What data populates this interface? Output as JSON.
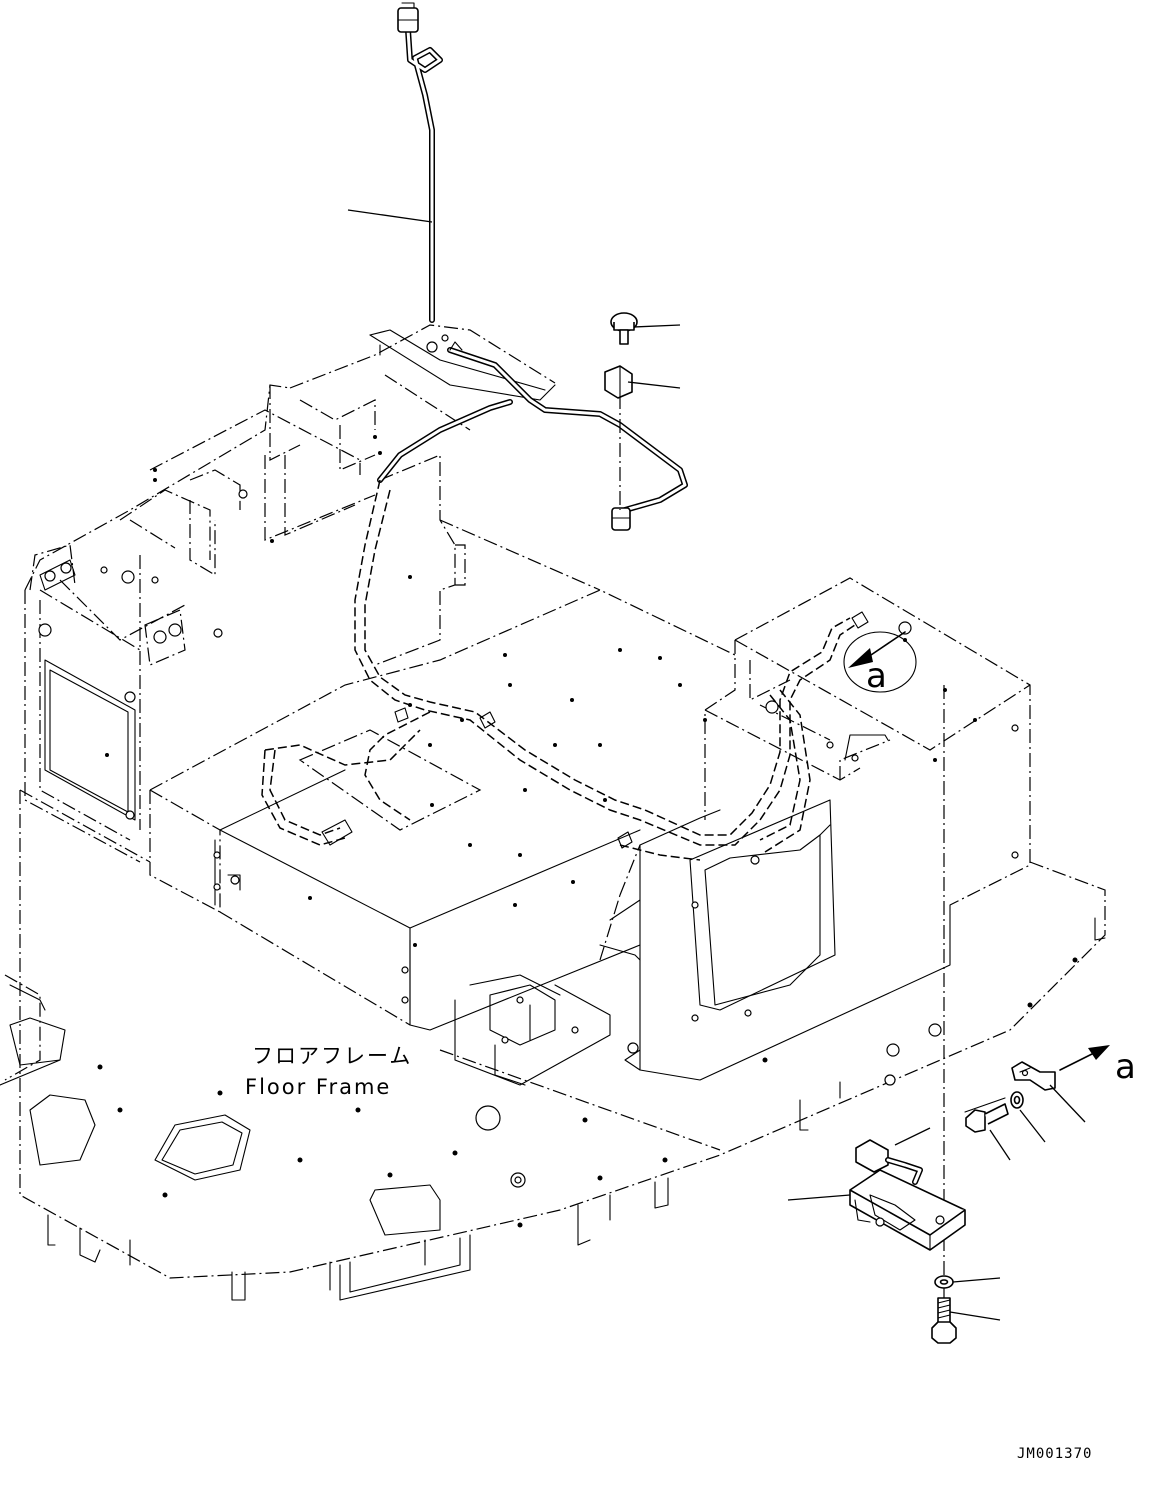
{
  "labels": {
    "floor_frame_jp": "フロアフレーム",
    "floor_frame_en": "Floor Frame",
    "view_marker_circle": "a",
    "view_marker_arrow": "a",
    "drawing_code": "JM001370"
  }
}
